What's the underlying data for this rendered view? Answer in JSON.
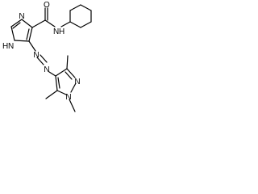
{
  "atoms": {
    "carbonyl_o": "O",
    "amide_n": "N",
    "amide_h": "H",
    "ring_n3": "N",
    "ring_n1": "N",
    "ring_n1_h": "H",
    "azo_n_a": "N",
    "azo_n_b": "N",
    "pyrazole_n2": "N",
    "pyrazole_n1": "N"
  }
}
